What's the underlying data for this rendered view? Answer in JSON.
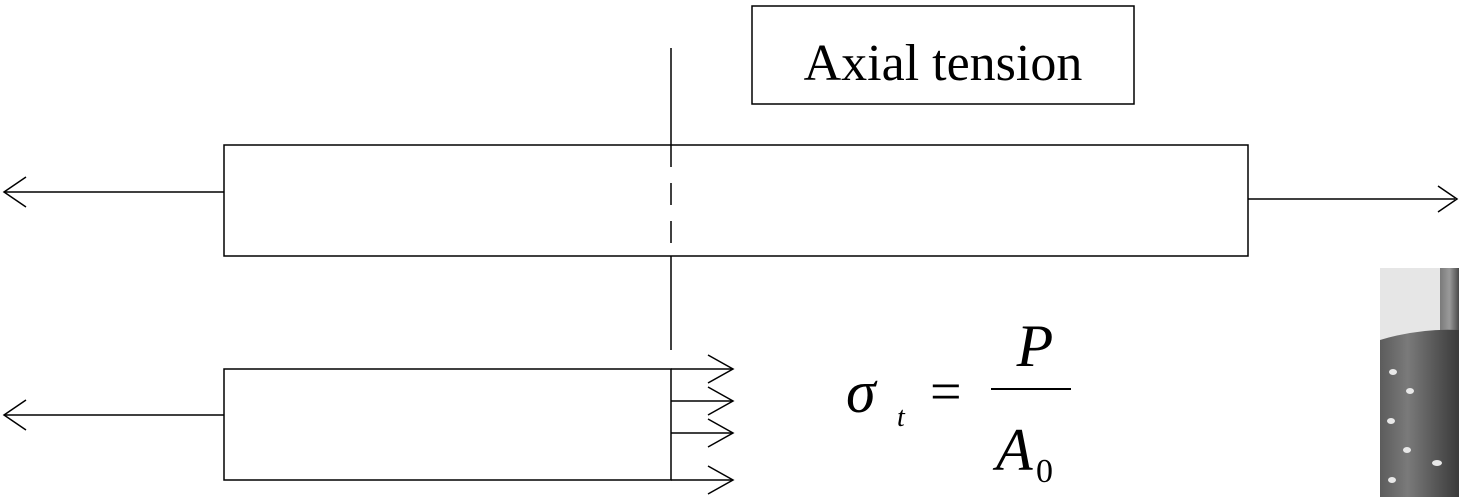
{
  "title_box": {
    "text": "Axial tension"
  },
  "formula": {
    "symbol": "σ",
    "subscript": "t",
    "equals": "=",
    "numerator": "P",
    "denominator": "A",
    "denominator_subscript": "0"
  },
  "colors": {
    "line": "#000000",
    "background": "#ffffff",
    "photo_dark": "#3a3a3a",
    "photo_mid": "#6e6e6e",
    "photo_light": "#9a9a9a"
  },
  "icons": {
    "arrow": "arrow-head-icon",
    "specimen_photo": "cylinder-specimen-icon"
  }
}
